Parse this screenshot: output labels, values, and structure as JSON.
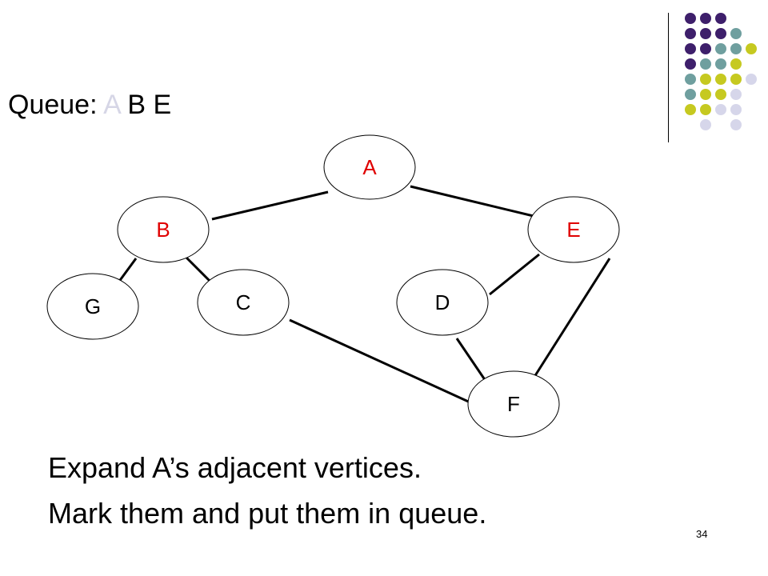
{
  "colors": {
    "purple": "#3e1f6b",
    "teal": "#6f9f9f",
    "lime": "#c6c920",
    "lavender": "#d6d6ea",
    "visited_red": "#e00000",
    "edge": "#000000"
  },
  "queue": {
    "label": "Queue:",
    "dequeued": "A",
    "items": "B E"
  },
  "graph": {
    "nodes": [
      {
        "id": "A",
        "label": "A",
        "marked": true
      },
      {
        "id": "B",
        "label": "B",
        "marked": true
      },
      {
        "id": "E",
        "label": "E",
        "marked": true
      },
      {
        "id": "G",
        "label": "G",
        "marked": false
      },
      {
        "id": "C",
        "label": "C",
        "marked": false
      },
      {
        "id": "D",
        "label": "D",
        "marked": false
      },
      {
        "id": "F",
        "label": "F",
        "marked": false
      }
    ],
    "edges": [
      [
        "A",
        "B"
      ],
      [
        "A",
        "E"
      ],
      [
        "B",
        "G"
      ],
      [
        "B",
        "C"
      ],
      [
        "E",
        "D"
      ],
      [
        "E",
        "F"
      ],
      [
        "C",
        "F"
      ],
      [
        "D",
        "F"
      ]
    ]
  },
  "explanation": {
    "line1": "Expand A’s adjacent vertices.",
    "line2": "Mark them and put them in queue."
  },
  "page_number": "34"
}
